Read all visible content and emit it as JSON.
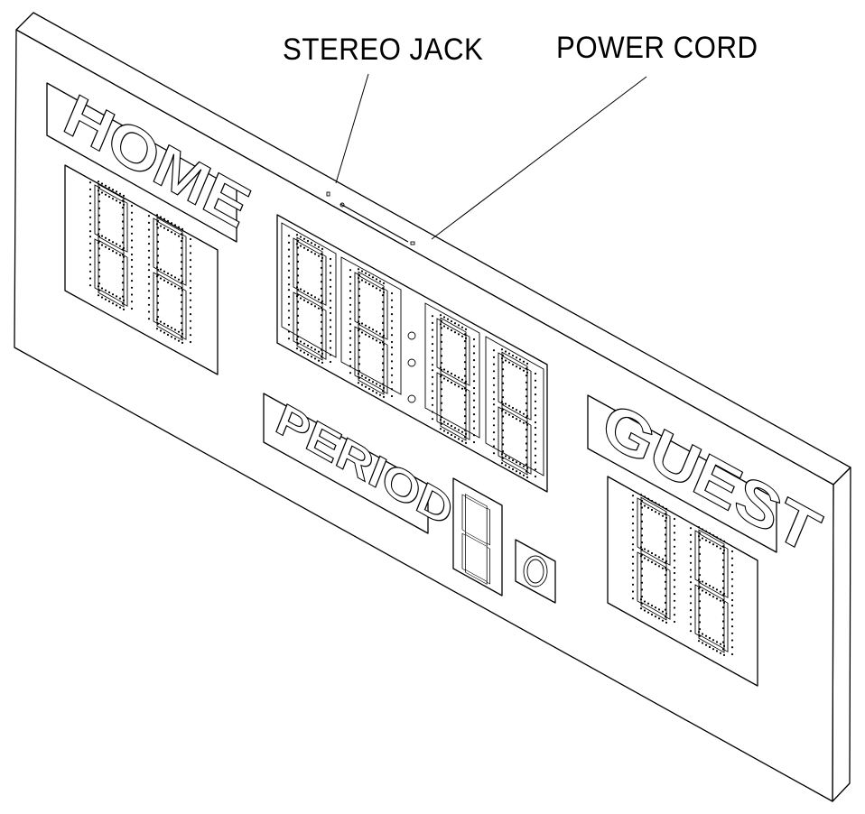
{
  "callouts": {
    "stereo_jack": "STEREO JACK",
    "power_cord": "POWER CORD"
  },
  "panels": {
    "home": "HOME",
    "period": "PERIOD",
    "guest": "GUEST"
  },
  "colors": {
    "ink": "#000000",
    "paper": "#ffffff"
  }
}
